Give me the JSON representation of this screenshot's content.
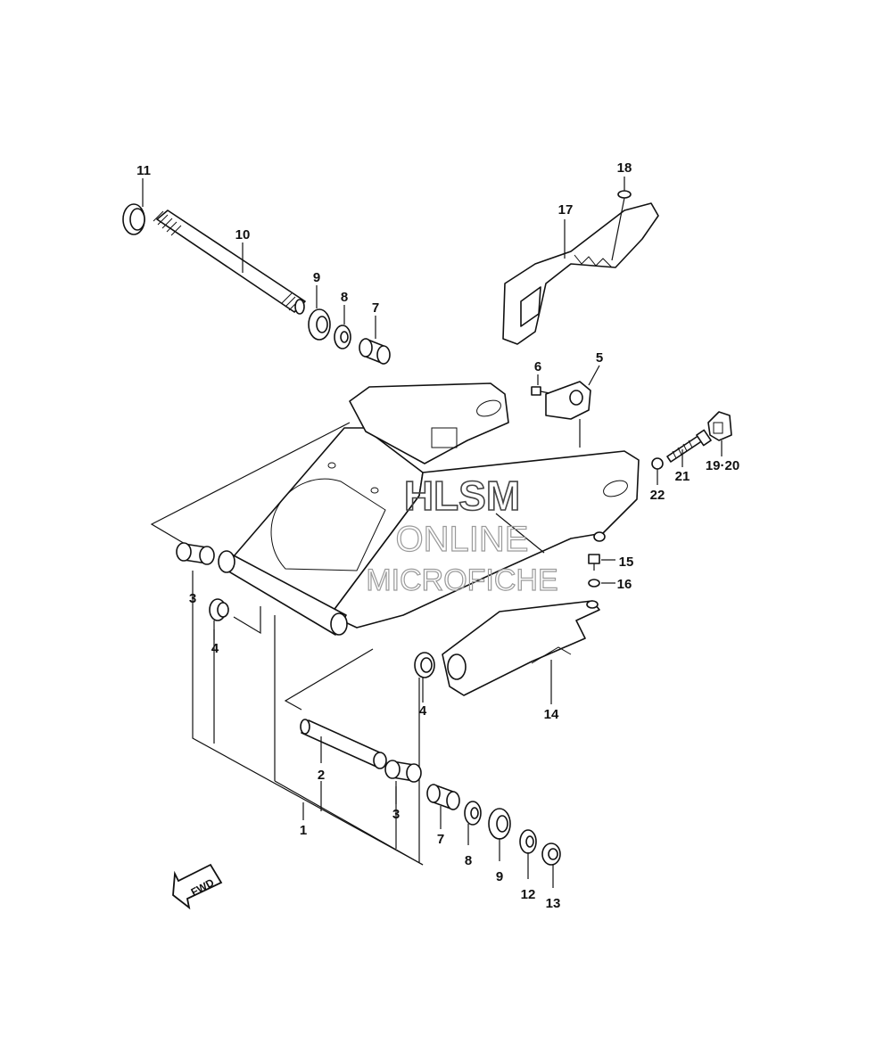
{
  "watermark": {
    "line1": "HLSM",
    "line2": "ONLINE",
    "line3": "MICROFICHE"
  },
  "fwd_label": "FWD",
  "callouts": [
    {
      "id": "c11",
      "text": "11"
    },
    {
      "id": "c10",
      "text": "10"
    },
    {
      "id": "c9a",
      "text": "9"
    },
    {
      "id": "c8a",
      "text": "8"
    },
    {
      "id": "c7a",
      "text": "7"
    },
    {
      "id": "c18",
      "text": "18"
    },
    {
      "id": "c17",
      "text": "17"
    },
    {
      "id": "c6",
      "text": "6"
    },
    {
      "id": "c5",
      "text": "5"
    },
    {
      "id": "c1920",
      "text": "19·20"
    },
    {
      "id": "c21",
      "text": "21"
    },
    {
      "id": "c22",
      "text": "22"
    },
    {
      "id": "c15",
      "text": "15"
    },
    {
      "id": "c16",
      "text": "16"
    },
    {
      "id": "c3a",
      "text": "3"
    },
    {
      "id": "c4a",
      "text": "4"
    },
    {
      "id": "c4b",
      "text": "4"
    },
    {
      "id": "c14",
      "text": "14"
    },
    {
      "id": "c2",
      "text": "2"
    },
    {
      "id": "c3b",
      "text": "3"
    },
    {
      "id": "c1",
      "text": "1"
    },
    {
      "id": "c7b",
      "text": "7"
    },
    {
      "id": "c8b",
      "text": "8"
    },
    {
      "id": "c9b",
      "text": "9"
    },
    {
      "id": "c12",
      "text": "12"
    },
    {
      "id": "c13",
      "text": "13"
    }
  ]
}
